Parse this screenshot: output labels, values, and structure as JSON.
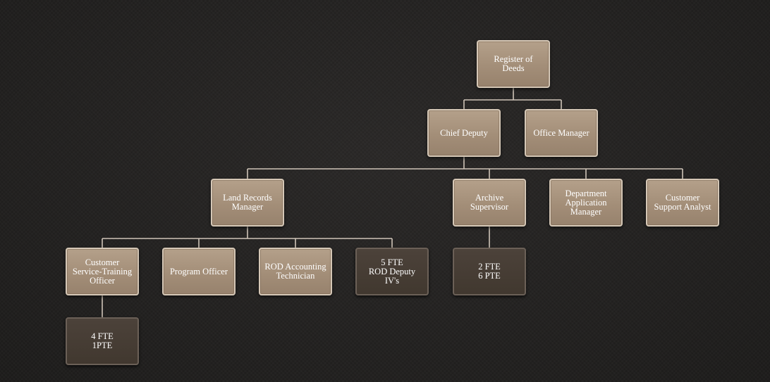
{
  "chart": {
    "nodes": [
      {
        "id": "register-of-deeds",
        "label": "Register of Deeds",
        "style": "tan"
      },
      {
        "id": "chief-deputy",
        "label": "Chief Deputy",
        "style": "tan"
      },
      {
        "id": "office-manager",
        "label": "Office Manager",
        "style": "tan"
      },
      {
        "id": "land-records-manager",
        "label": "Land Records Manager",
        "style": "tan"
      },
      {
        "id": "archive-supervisor",
        "label": "Archive Supervisor",
        "style": "tan"
      },
      {
        "id": "department-application-manager",
        "label": "Department Application Manager",
        "style": "tan"
      },
      {
        "id": "customer-support-analyst",
        "label": "Customer Support Analyst",
        "style": "tan"
      },
      {
        "id": "customer-service-training-officer",
        "label": "Customer Service-Training Officer",
        "style": "tan"
      },
      {
        "id": "program-officer",
        "label": "Program Officer",
        "style": "tan"
      },
      {
        "id": "rod-accounting-technician",
        "label": "ROD Accounting Technician",
        "style": "tan"
      },
      {
        "id": "rod-deputy-staff",
        "label": "5 FTE",
        "label2": "ROD Deputy IV's",
        "style": "dark"
      },
      {
        "id": "archive-staff",
        "label": "2 FTE",
        "label2": "6 PTE",
        "style": "dark"
      },
      {
        "id": "customer-service-staff",
        "label": "4 FTE",
        "label2": "1PTE",
        "style": "dark"
      }
    ],
    "edges": [
      [
        "register-of-deeds",
        "chief-deputy"
      ],
      [
        "register-of-deeds",
        "office-manager"
      ],
      [
        "chief-deputy",
        "land-records-manager"
      ],
      [
        "chief-deputy",
        "archive-supervisor"
      ],
      [
        "chief-deputy",
        "department-application-manager"
      ],
      [
        "chief-deputy",
        "customer-support-analyst"
      ],
      [
        "land-records-manager",
        "customer-service-training-officer"
      ],
      [
        "land-records-manager",
        "program-officer"
      ],
      [
        "land-records-manager",
        "rod-accounting-technician"
      ],
      [
        "land-records-manager",
        "rod-deputy-staff"
      ],
      [
        "archive-supervisor",
        "archive-staff"
      ],
      [
        "customer-service-training-officer",
        "customer-service-staff"
      ]
    ]
  }
}
